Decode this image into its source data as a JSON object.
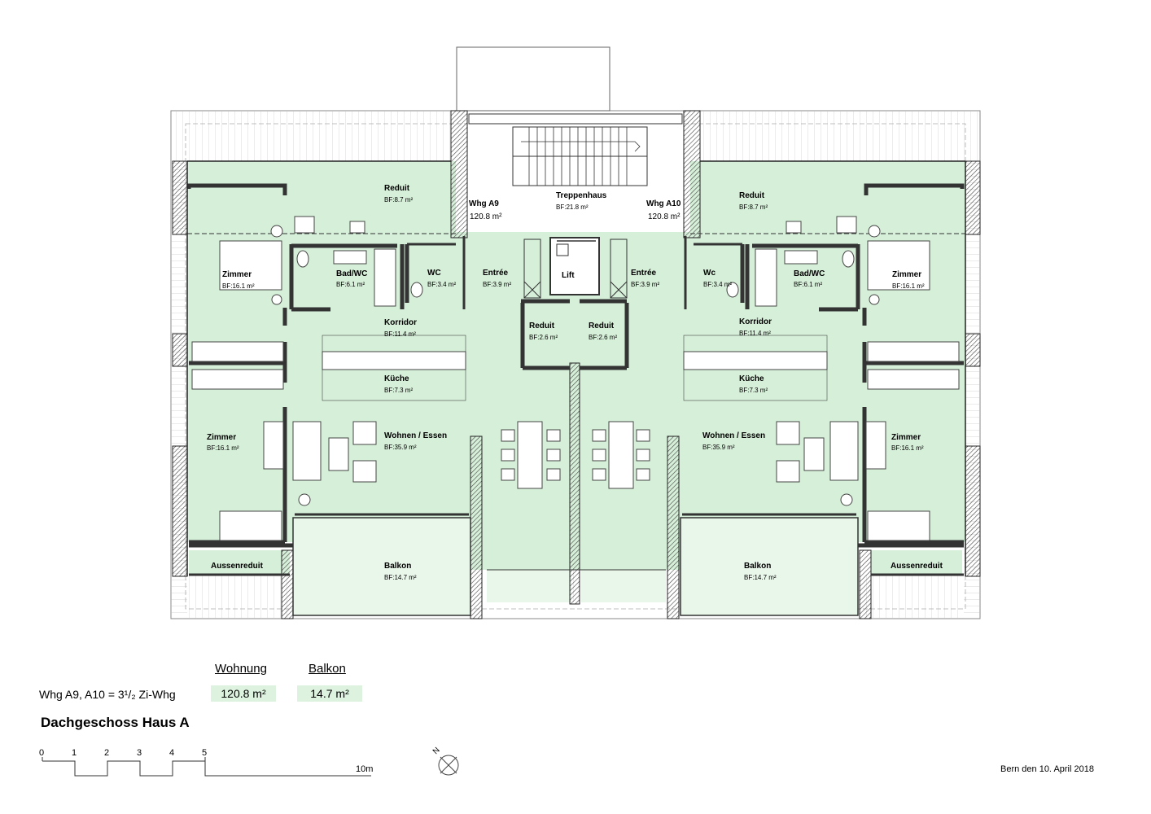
{
  "apartments": [
    {
      "id": "a9",
      "label": "Whg A9",
      "area": "120.8 m²"
    },
    {
      "id": "a10",
      "label": "Whg A10",
      "area": "120.8 m²"
    }
  ],
  "rooms": {
    "treppenhaus": {
      "name": "Treppenhaus",
      "area": "BF:21.8 m²"
    },
    "lift": {
      "name": "Lift"
    },
    "left": {
      "reduit": {
        "name": "Reduit",
        "area": "BF:8.7 m²"
      },
      "zimmer_top": {
        "name": "Zimmer",
        "area": "BF:16.1 m²"
      },
      "bad": {
        "name": "Bad/WC",
        "area": "BF:6.1 m²"
      },
      "wc": {
        "name": "WC",
        "area": "BF:3.4 m²"
      },
      "entree": {
        "name": "Entrée",
        "area": "BF:3.9 m²"
      },
      "korridor": {
        "name": "Korridor",
        "area": "BF:11.4 m²"
      },
      "reduit_small": {
        "name": "Reduit",
        "area": "BF:2.6 m²"
      },
      "kueche": {
        "name": "Küche",
        "area": "BF:7.3 m²"
      },
      "zimmer_bottom": {
        "name": "Zimmer",
        "area": "BF:16.1 m²"
      },
      "wohnen": {
        "name": "Wohnen / Essen",
        "area": "BF:35.9 m²"
      },
      "aussenreduit": {
        "name": "Aussenreduit"
      },
      "balkon": {
        "name": "Balkon",
        "area": "BF:14.7 m²"
      }
    },
    "right": {
      "reduit": {
        "name": "Reduit",
        "area": "BF:8.7 m²"
      },
      "zimmer_top": {
        "name": "Zimmer",
        "area": "BF:16.1 m²"
      },
      "bad": {
        "name": "Bad/WC",
        "area": "BF:6.1 m²"
      },
      "wc": {
        "name": "Wc",
        "area": "BF:3.4 m²"
      },
      "entree": {
        "name": "Entrée",
        "area": "BF:3.9 m²"
      },
      "korridor": {
        "name": "Korridor",
        "area": "BF:11.4 m²"
      },
      "reduit_small": {
        "name": "Reduit",
        "area": "BF:2.6 m²"
      },
      "kueche": {
        "name": "Küche",
        "area": "BF:7.3 m²"
      },
      "zimmer_bottom": {
        "name": "Zimmer",
        "area": "BF:16.1 m²"
      },
      "wohnen": {
        "name": "Wohnen / Essen",
        "area": "BF:35.9 m²"
      },
      "aussenreduit": {
        "name": "Aussenreduit"
      },
      "balkon": {
        "name": "Balkon",
        "area": "BF:14.7 m²"
      }
    }
  },
  "legend": {
    "col_wohnung": "Wohnung",
    "col_balkon": "Balkon",
    "row_label": "Whg A9, A10 = 3¹/₂ Zi-Whg",
    "wohnung_value": "120.8 m²",
    "balkon_value": "14.7 m²"
  },
  "title": "Dachgeschoss Haus A",
  "scale": {
    "ticks": [
      "0",
      "1",
      "2",
      "3",
      "4",
      "5"
    ],
    "end_label": "10m"
  },
  "north": "N",
  "date": "Bern den 10. April 2018",
  "colors": {
    "room_fill": "#d6efd8",
    "balcony_fill": "#e9f6ea",
    "wall": "#333333",
    "legend_fill": "#ddf3df"
  }
}
